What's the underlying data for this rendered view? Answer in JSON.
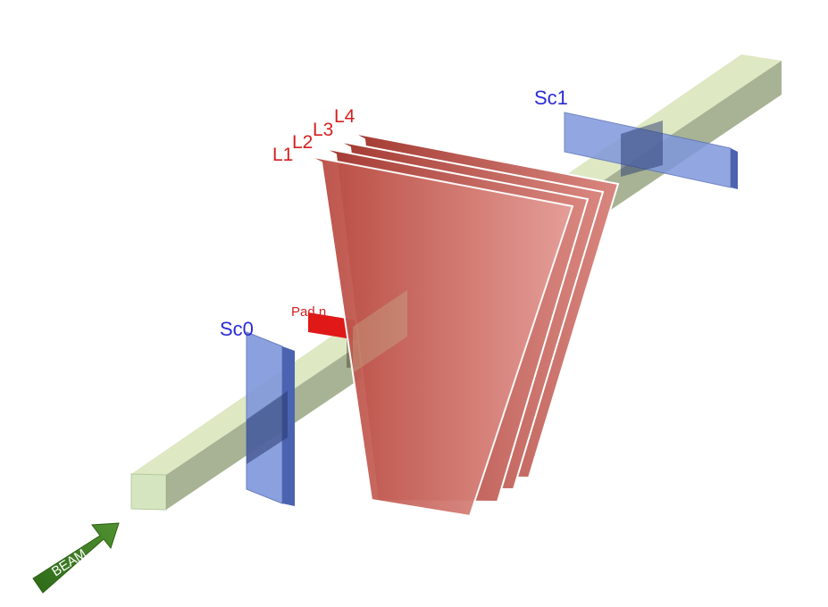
{
  "labels": {
    "sc0": "Sc0",
    "sc1": "Sc1",
    "pad": "Pad n",
    "layers": [
      "L1",
      "L2",
      "L3",
      "L4"
    ],
    "beam": "BEAM"
  },
  "colors": {
    "beam_pipe": "#c9d9a8",
    "scintillator": "#7a93d8",
    "detector_layer": "#c9534a",
    "pad": "#e02020",
    "arrow": "#3d7d22",
    "label_blue": "#2a2ad8",
    "label_red": "#d42020"
  }
}
